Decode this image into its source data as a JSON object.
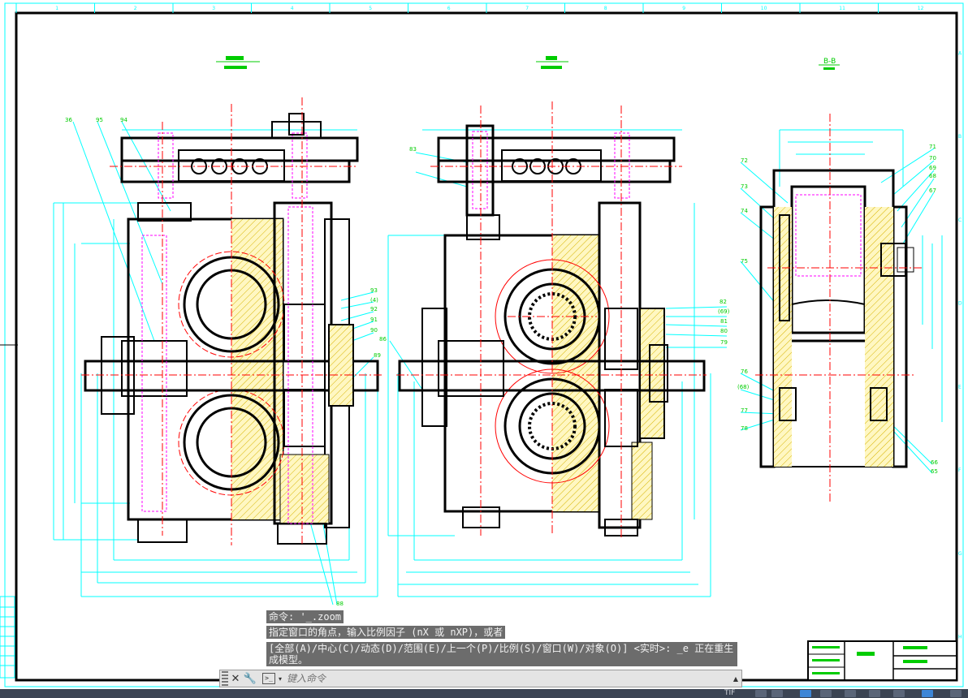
{
  "command_history": [
    "命令: '_.zoom",
    "指定窗口的角点，输入比例因子 (nX 或 nXP)，或者",
    "[全部(A)/中心(C)/动态(D)/范围(E)/上一个(P)/比例(S)/窗口(W)/对象(O)] <实时>: _e 正在重生成模型。"
  ],
  "command_input": {
    "placeholder": "键入命令"
  },
  "drawing": {
    "view_labels": [
      "B-B"
    ],
    "grid_cols": [
      "1",
      "2",
      "3",
      "4",
      "5",
      "6",
      "7",
      "8",
      "9",
      "10",
      "11",
      "12"
    ],
    "grid_rows": [
      "A",
      "B",
      "C",
      "D",
      "E",
      "F",
      "G",
      "H"
    ],
    "balloons_left": [
      "36",
      "95",
      "94",
      "93",
      "(4)",
      "92",
      "91",
      "90",
      "89",
      "88"
    ],
    "balloons_mid": [
      "83",
      "82",
      "(69)",
      "81",
      "80",
      "79",
      "86"
    ],
    "balloons_right": [
      "72",
      "73",
      "74",
      "75",
      "71",
      "70",
      "69",
      "68",
      "67",
      "76",
      "(68)",
      "77",
      "78",
      "66",
      "65"
    ],
    "colors": {
      "outline": "#000000",
      "dimension": "#00ffff",
      "centerline": "#ff0000",
      "hidden": "#ff00ff",
      "hatch": "#d4b800",
      "text": "#00cc00",
      "section_fill": "#fff6c8"
    }
  },
  "status": {
    "text": "TIF"
  }
}
